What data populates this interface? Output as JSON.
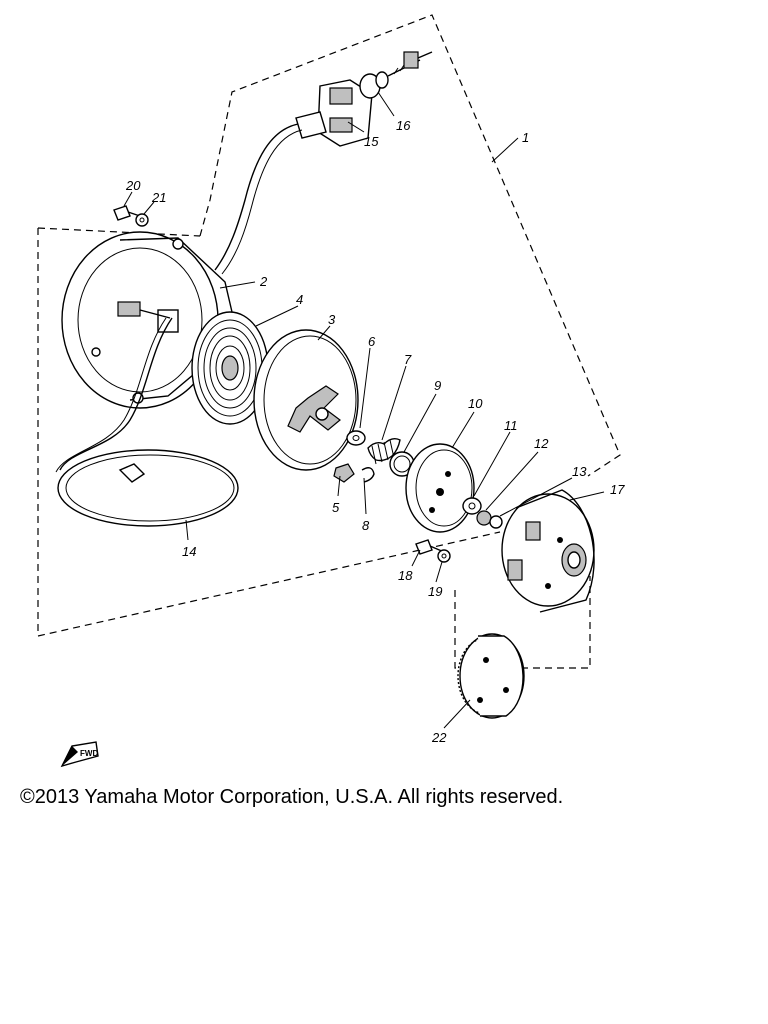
{
  "diagram": {
    "callouts": [
      {
        "id": "p1",
        "label": "1"
      },
      {
        "id": "p2",
        "label": "2"
      },
      {
        "id": "p3",
        "label": "3"
      },
      {
        "id": "p4",
        "label": "4"
      },
      {
        "id": "p5",
        "label": "5"
      },
      {
        "id": "p6",
        "label": "6"
      },
      {
        "id": "p7",
        "label": "7"
      },
      {
        "id": "p8",
        "label": "8"
      },
      {
        "id": "p9",
        "label": "9"
      },
      {
        "id": "p10",
        "label": "10"
      },
      {
        "id": "p11",
        "label": "11"
      },
      {
        "id": "p12",
        "label": "12"
      },
      {
        "id": "p13",
        "label": "13"
      },
      {
        "id": "p14",
        "label": "14"
      },
      {
        "id": "p15",
        "label": "15"
      },
      {
        "id": "p16",
        "label": "16"
      },
      {
        "id": "p17",
        "label": "17"
      },
      {
        "id": "p18",
        "label": "18"
      },
      {
        "id": "p19",
        "label": "19"
      },
      {
        "id": "p20",
        "label": "20"
      },
      {
        "id": "p21",
        "label": "21"
      },
      {
        "id": "p22",
        "label": "22"
      }
    ],
    "fwd_label": "FWD"
  },
  "footer": {
    "copyright": "©2013 Yamaha Motor Corporation, U.S.A. All rights reserved."
  }
}
